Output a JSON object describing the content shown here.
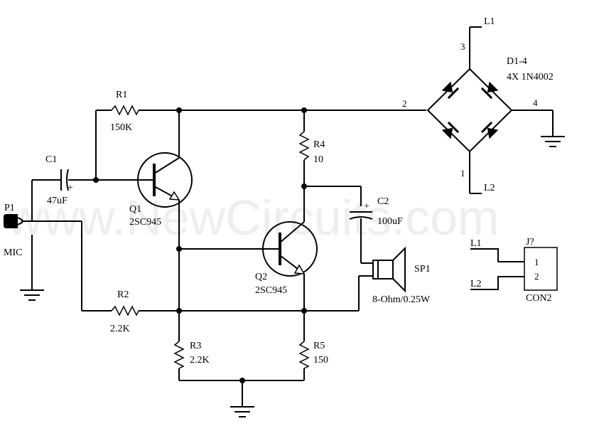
{
  "watermark": "www.NewCircuits.com",
  "components": {
    "p1": {
      "ref": "P1",
      "value": "MIC"
    },
    "c1": {
      "ref": "C1",
      "value": "47uF",
      "polarity": "+"
    },
    "r1": {
      "ref": "R1",
      "value": "150K"
    },
    "q1": {
      "ref": "Q1",
      "value": "2SC945"
    },
    "r2": {
      "ref": "R2",
      "value": "2.2K"
    },
    "r3": {
      "ref": "R3",
      "value": "2.2K"
    },
    "r4": {
      "ref": "R4",
      "value": "10"
    },
    "q2": {
      "ref": "Q2",
      "value": "2SC945"
    },
    "r5": {
      "ref": "R5",
      "value": "150"
    },
    "c2": {
      "ref": "C2",
      "value": "100uF",
      "polarity": "+"
    },
    "sp1": {
      "ref": "SP1",
      "value": "8-Ohm/0.25W"
    },
    "bridge": {
      "ref": "D1-4",
      "value": "4X 1N4002",
      "pins": [
        "1",
        "2",
        "3",
        "4"
      ]
    },
    "j1": {
      "ref": "J?",
      "value": "CON2",
      "pins": [
        "1",
        "2"
      ]
    }
  },
  "nets": {
    "l1": "L1",
    "l2": "L2"
  }
}
